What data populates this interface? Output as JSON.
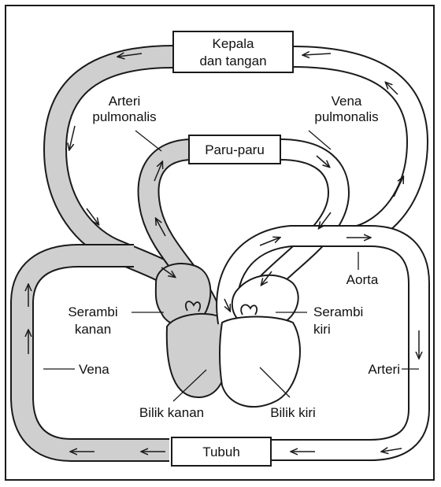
{
  "boxes": {
    "head_line1": "Kepala",
    "head_line2": "dan tangan",
    "lungs": "Paru-paru",
    "body": "Tubuh"
  },
  "labels": {
    "pulm_artery_line1": "Arteri",
    "pulm_artery_line2": "pulmonalis",
    "pulm_vein_line1": "Vena",
    "pulm_vein_line2": "pulmonalis",
    "aorta": "Aorta",
    "right_atrium_line1": "Serambi",
    "right_atrium_line2": "kanan",
    "left_atrium_line1": "Serambi",
    "left_atrium_line2": "kiri",
    "vein": "Vena",
    "artery": "Arteri",
    "right_ventricle": "Bilik kanan",
    "left_ventricle": "Bilik kiri"
  },
  "colors": {
    "deoxygenated": "#cfcfcf",
    "oxygenated": "#ffffff",
    "stroke": "#1a1a1a"
  }
}
